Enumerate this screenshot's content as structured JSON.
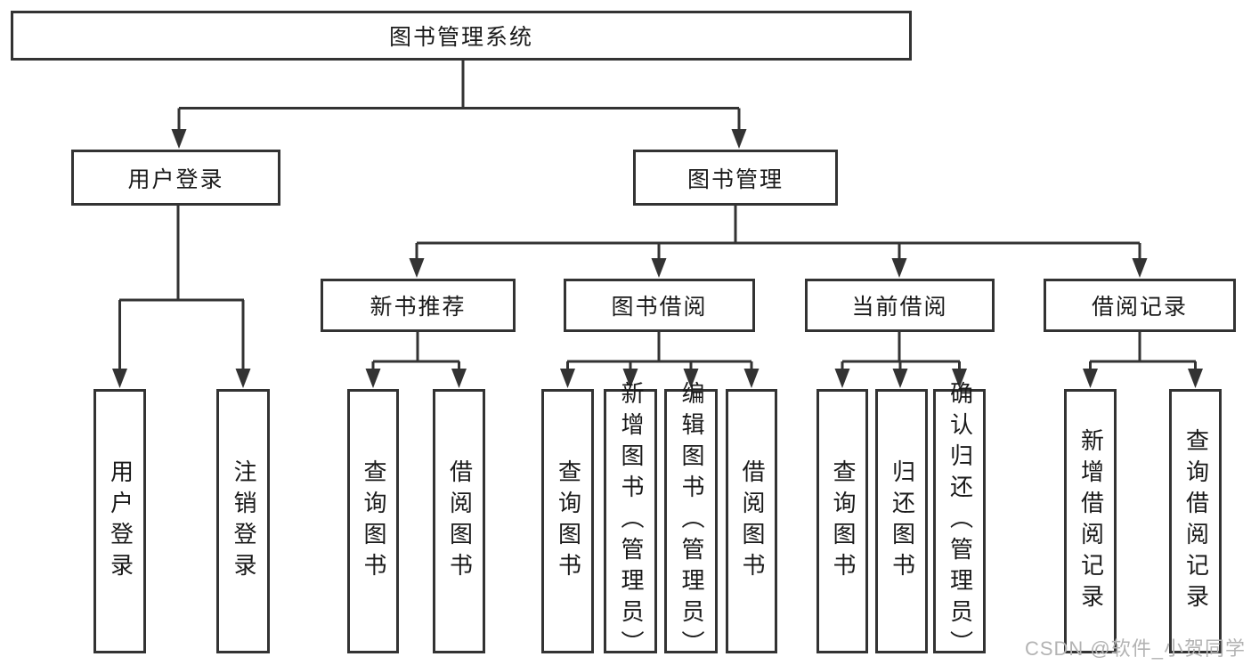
{
  "root": {
    "label": "图书管理系统"
  },
  "branches": {
    "user_login": {
      "label": "用户登录",
      "children": [
        "用户登录",
        "注销登录"
      ]
    },
    "book_mgmt": {
      "label": "图书管理"
    },
    "new_book": {
      "label": "新书推荐",
      "children": [
        "查询图书",
        "借阅图书"
      ]
    },
    "borrow": {
      "label": "图书借阅",
      "children": [
        "查询图书",
        "新增图书（管理员）",
        "编辑图书（管理员）",
        "借阅图书"
      ]
    },
    "current": {
      "label": "当前借阅",
      "children": [
        "查询图书",
        "归还图书",
        "确认归还（管理员）"
      ]
    },
    "records": {
      "label": "借阅记录",
      "children": [
        "新增借阅记录",
        "查询借阅记录"
      ]
    }
  },
  "watermark": "CSDN @软件_小贺同学",
  "colors": {
    "line": "#333333",
    "text": "#1a1a1a",
    "watermark": "#b3b3b3",
    "background": "#ffffff"
  }
}
